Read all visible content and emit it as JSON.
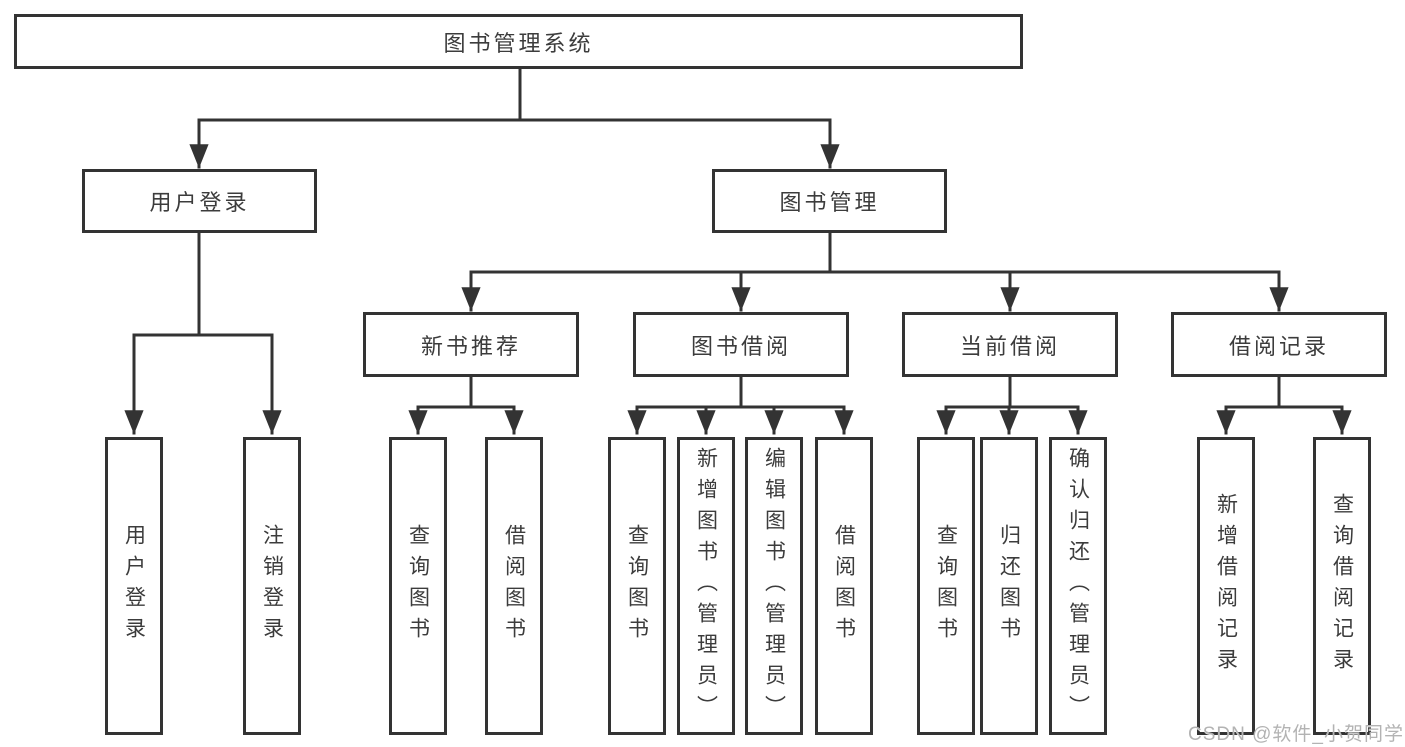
{
  "diagram": {
    "type": "hierarchy",
    "root": {
      "label": "图书管理系统"
    },
    "level2": [
      {
        "id": "user-login",
        "label": "用户登录",
        "parent": "图书管理系统"
      },
      {
        "id": "book-management",
        "label": "图书管理",
        "parent": "图书管理系统"
      }
    ],
    "level3": [
      {
        "id": "new-book-recommend",
        "label": "新书推荐",
        "parent": "图书管理"
      },
      {
        "id": "book-borrow",
        "label": "图书借阅",
        "parent": "图书管理"
      },
      {
        "id": "current-borrow",
        "label": "当前借阅",
        "parent": "图书管理"
      },
      {
        "id": "borrow-records",
        "label": "借阅记录",
        "parent": "图书管理"
      }
    ],
    "leaves": [
      {
        "id": "leaf-user-login",
        "label": "用户登录",
        "parent": "用户登录"
      },
      {
        "id": "leaf-logout",
        "label": "注销登录",
        "parent": "用户登录"
      },
      {
        "id": "leaf-query-books-1",
        "label": "查询图书",
        "parent": "新书推荐"
      },
      {
        "id": "leaf-borrow-books-1",
        "label": "借阅图书",
        "parent": "新书推荐"
      },
      {
        "id": "leaf-query-books-2",
        "label": "查询图书",
        "parent": "图书借阅"
      },
      {
        "id": "leaf-add-book",
        "label": "新增图书（管理员）",
        "parent": "图书借阅"
      },
      {
        "id": "leaf-edit-book",
        "label": "编辑图书（管理员）",
        "parent": "图书借阅"
      },
      {
        "id": "leaf-borrow-books-2",
        "label": "借阅图书",
        "parent": "图书借阅"
      },
      {
        "id": "leaf-query-books-3",
        "label": "查询图书",
        "parent": "当前借阅"
      },
      {
        "id": "leaf-return-book",
        "label": "归还图书",
        "parent": "当前借阅"
      },
      {
        "id": "leaf-confirm-return",
        "label": "确认归还（管理员）",
        "parent": "当前借阅"
      },
      {
        "id": "leaf-add-record",
        "label": "新增借阅记录",
        "parent": "借阅记录"
      },
      {
        "id": "leaf-query-record",
        "label": "查询借阅记录",
        "parent": "借阅记录"
      }
    ]
  },
  "colors": {
    "line": "#333333",
    "box_border": "#333333",
    "text": "#3c3c3c",
    "watermark": "#b3b3b3",
    "background": "#ffffff"
  },
  "watermark": {
    "text": "CSDN @软件_小贺同学"
  }
}
